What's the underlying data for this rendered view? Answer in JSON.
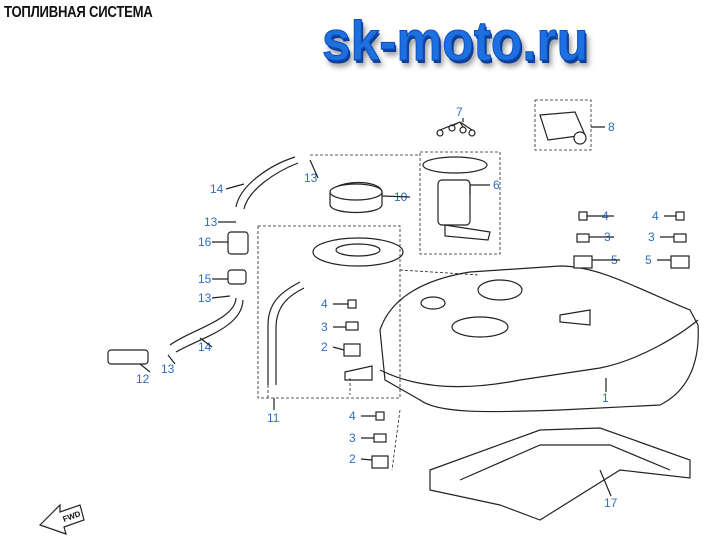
{
  "title": "ТОПЛИВНАЯ СИСТЕМА",
  "logo": "sk-moto.ru",
  "fwd_label": "FWD",
  "callouts": [
    "14",
    "13",
    "10",
    "7",
    "6",
    "8",
    "13",
    "16",
    "15",
    "13",
    "14",
    "12",
    "13",
    "4",
    "3",
    "2",
    "11",
    "1",
    "4",
    "3",
    "5",
    "4",
    "3",
    "5",
    "4",
    "3",
    "2",
    "17"
  ],
  "colors": {
    "label": "#2b6fc4",
    "logo": "#1e6fe0"
  }
}
